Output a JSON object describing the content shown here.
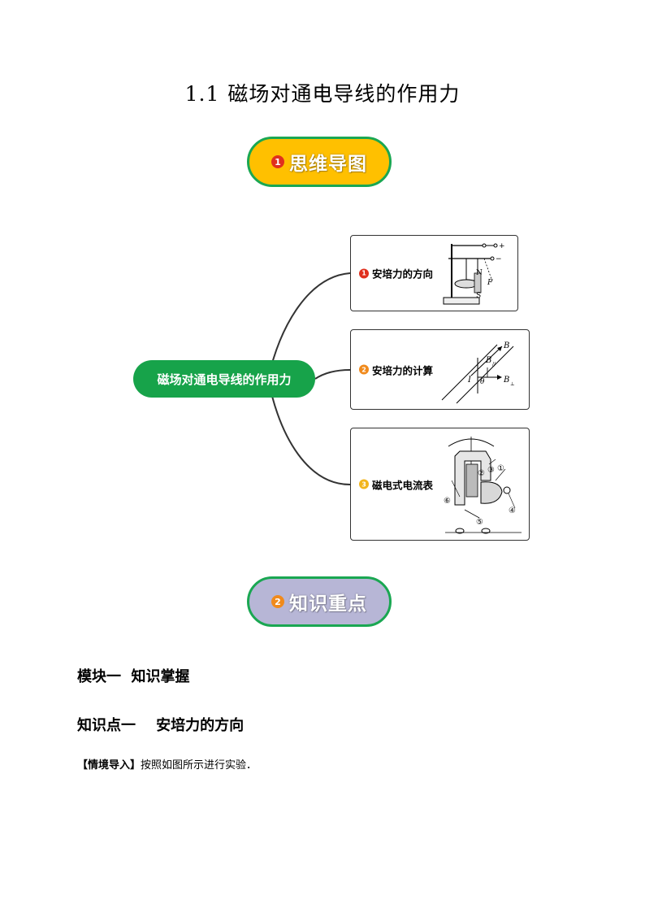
{
  "title": {
    "number": "1.1",
    "text": "磁场对通电导线的作用力"
  },
  "section1": {
    "badge": "1",
    "label": "思维导图"
  },
  "mindmap": {
    "center": "磁场对通电导线的作用力",
    "branches": [
      {
        "badge": "1",
        "label": "安培力的方向"
      },
      {
        "badge": "2",
        "label": "安培力的计算"
      },
      {
        "badge": "3",
        "label": "磁电式电流表"
      }
    ],
    "diagram1_labels": {
      "plus": "+",
      "minus": "−",
      "n": "N",
      "s": "S",
      "f": "F"
    },
    "diagram2_labels": {
      "b": "B",
      "b_par": "B",
      "b_par_sub": "//",
      "b_perp": "B",
      "b_perp_sub": "⊥",
      "i": "I",
      "theta": "θ"
    },
    "diagram3_labels": [
      "①",
      "②",
      "③",
      "④",
      "⑤",
      "⑥"
    ]
  },
  "section2": {
    "badge": "2",
    "label": "知识重点"
  },
  "module_heading": "模块一  知识掌握",
  "knowledge_point": "知识点一    安培力的方向",
  "paragraph": {
    "bracket": "【情境导入】",
    "text": "按照如图所示进行实验．"
  }
}
